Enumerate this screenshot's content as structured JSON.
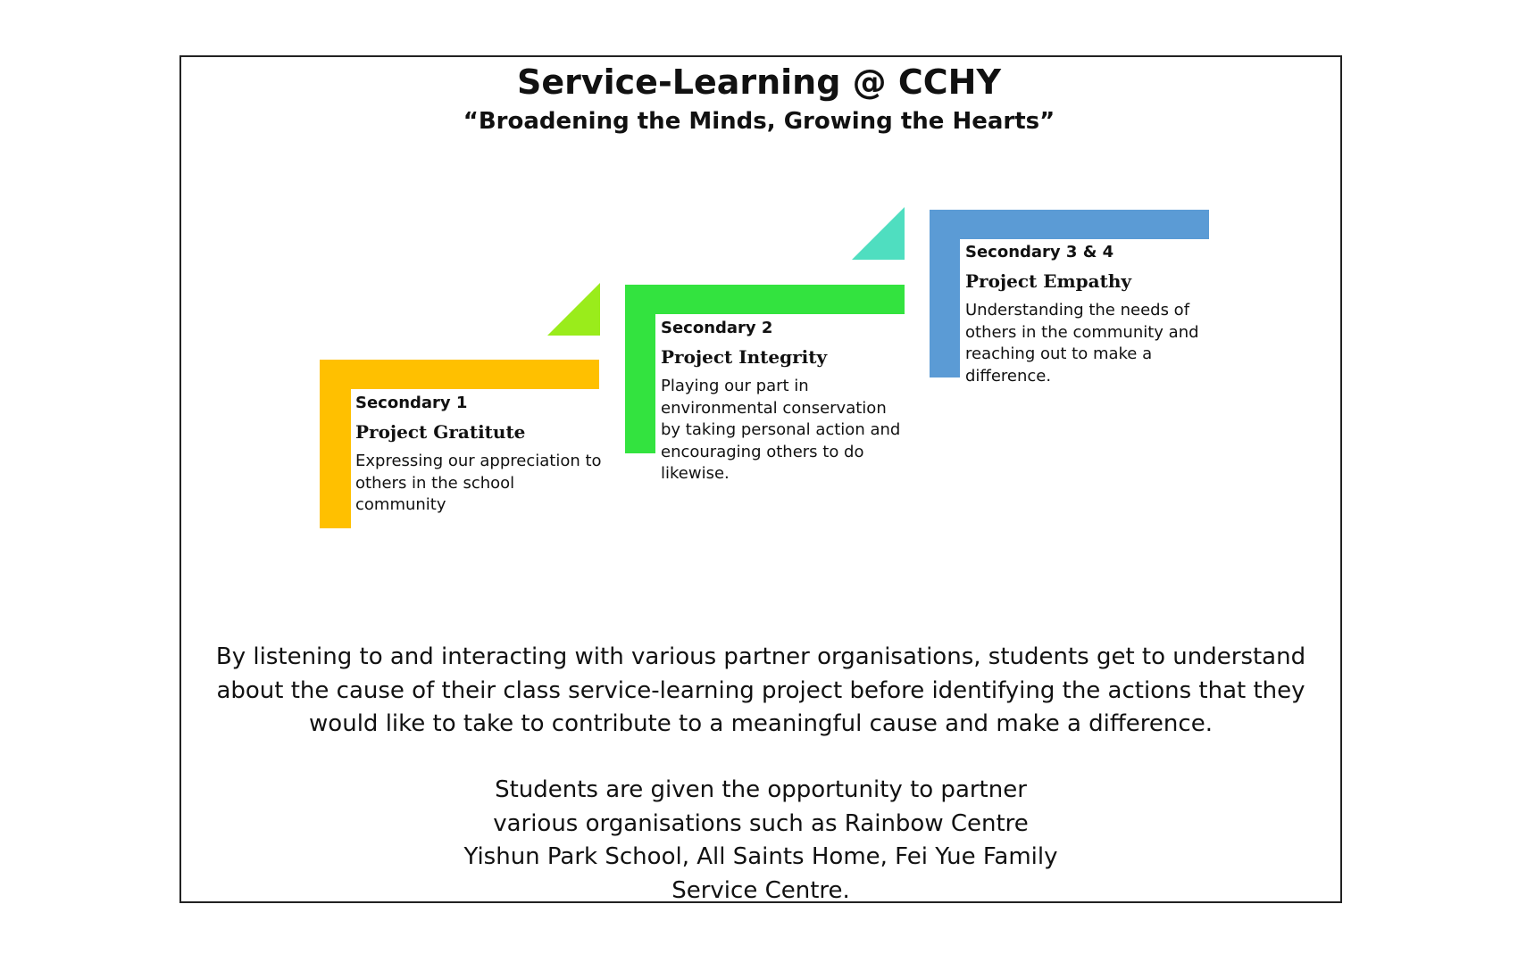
{
  "header": {
    "title": "Service-Learning @ CCHY",
    "subtitle": "“Broadening the Minds, Growing the Hearts”"
  },
  "steps": [
    {
      "level": "Secondary 1",
      "project": "Project Gratitute",
      "description": "Expressing our appreciation to others in the school community",
      "color": "#FFC000"
    },
    {
      "level": "Secondary 2",
      "project": "Project Integrity",
      "description": "Playing our part in environmental conservation by taking personal action and encouraging others to do likewise.",
      "color": "#33E33F"
    },
    {
      "level": "Secondary 3 & 4",
      "project": "Project Empathy",
      "description": "Understanding the needs of others in the community and reaching out to make a difference.",
      "color": "#5B9BD5"
    }
  ],
  "connectors": [
    {
      "color": "#9AEC1B"
    },
    {
      "color": "#4FDEC0"
    }
  ],
  "body": {
    "paragraph1": "By listening to and interacting with various partner organisations, students get to understand about the cause of their class service-learning project before identifying the actions that they would like to take to contribute to a meaningful cause and make a difference.",
    "paragraph2": "Students are given the opportunity to partner various organisations such as Rainbow Centre Yishun Park School, All Saints Home, Fei Yue Family Service Centre."
  }
}
